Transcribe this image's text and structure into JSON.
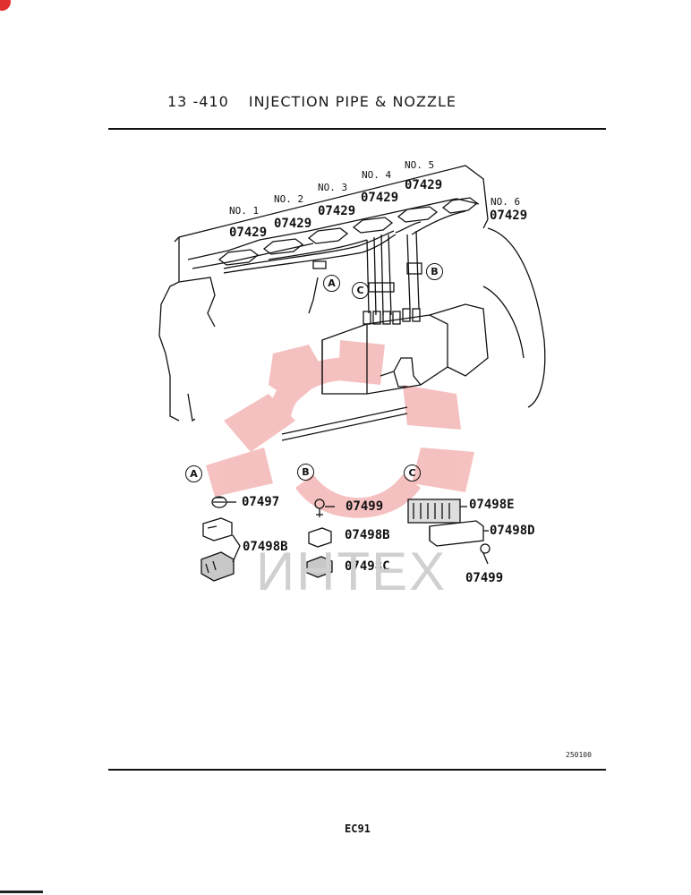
{
  "header": {
    "section_number": "13 -410",
    "title": "INJECTION PIPE & NOZZLE"
  },
  "cylinders": [
    {
      "label": "NO. 1",
      "part": "07429"
    },
    {
      "label": "NO. 2",
      "part": "07429"
    },
    {
      "label": "NO. 3",
      "part": "07429"
    },
    {
      "label": "NO. 4",
      "part": "07429"
    },
    {
      "label": "NO. 5",
      "part": "07429"
    },
    {
      "label": "NO. 6",
      "part": "07429"
    }
  ],
  "callouts": {
    "a": "A",
    "b": "B",
    "c": "C"
  },
  "detail_a": {
    "letter": "A",
    "parts": [
      "07497",
      "07498B"
    ]
  },
  "detail_b": {
    "letter": "B",
    "parts": [
      "07499",
      "07498B",
      "07498C"
    ]
  },
  "detail_c": {
    "letter": "C",
    "parts": [
      "07498E",
      "07498D",
      "07499"
    ]
  },
  "watermark": {
    "text": "ИНТЕХ",
    "color": "#e83a3a"
  },
  "footer": {
    "drawing_code": "250100",
    "page_code": "EC91"
  }
}
